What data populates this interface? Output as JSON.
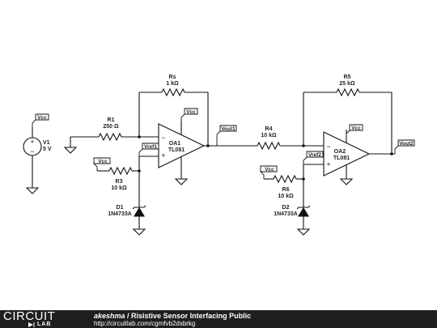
{
  "components": {
    "v1": {
      "name": "V1",
      "value": "5 V"
    },
    "r1": {
      "name": "R1",
      "value": "250 Ω"
    },
    "rs": {
      "name": "Rs",
      "value": "1 kΩ"
    },
    "r3": {
      "name": "R3",
      "value": "10 kΩ"
    },
    "d1": {
      "name": "D1",
      "value": "1N4733A"
    },
    "oa1": {
      "name": "OA1",
      "value": "TL081"
    },
    "r4": {
      "name": "R4",
      "value": "10 kΩ"
    },
    "r5": {
      "name": "R5",
      "value": "25 kΩ"
    },
    "r6": {
      "name": "R6",
      "value": "10 kΩ"
    },
    "d2": {
      "name": "D2",
      "value": "1N4733A"
    },
    "oa2": {
      "name": "OA2",
      "value": "TL081"
    }
  },
  "nets": {
    "vcc": "Vcc",
    "vref1": "Vref1",
    "vref2": "Vref2",
    "vout1": "Vout1",
    "vout2": "Vout2"
  },
  "opamp": {
    "plus": "+",
    "minus": "−"
  },
  "source": {
    "plus": "+",
    "minus": "−"
  },
  "footer": {
    "logo_main": "CIRCUIT",
    "logo_sub": "LAB",
    "author": "akeshma",
    "separator": " / ",
    "title": "Risistive Sensor Interfacing Public",
    "url": "http://circuitlab.com/cgmfvb2dsbrkg"
  }
}
